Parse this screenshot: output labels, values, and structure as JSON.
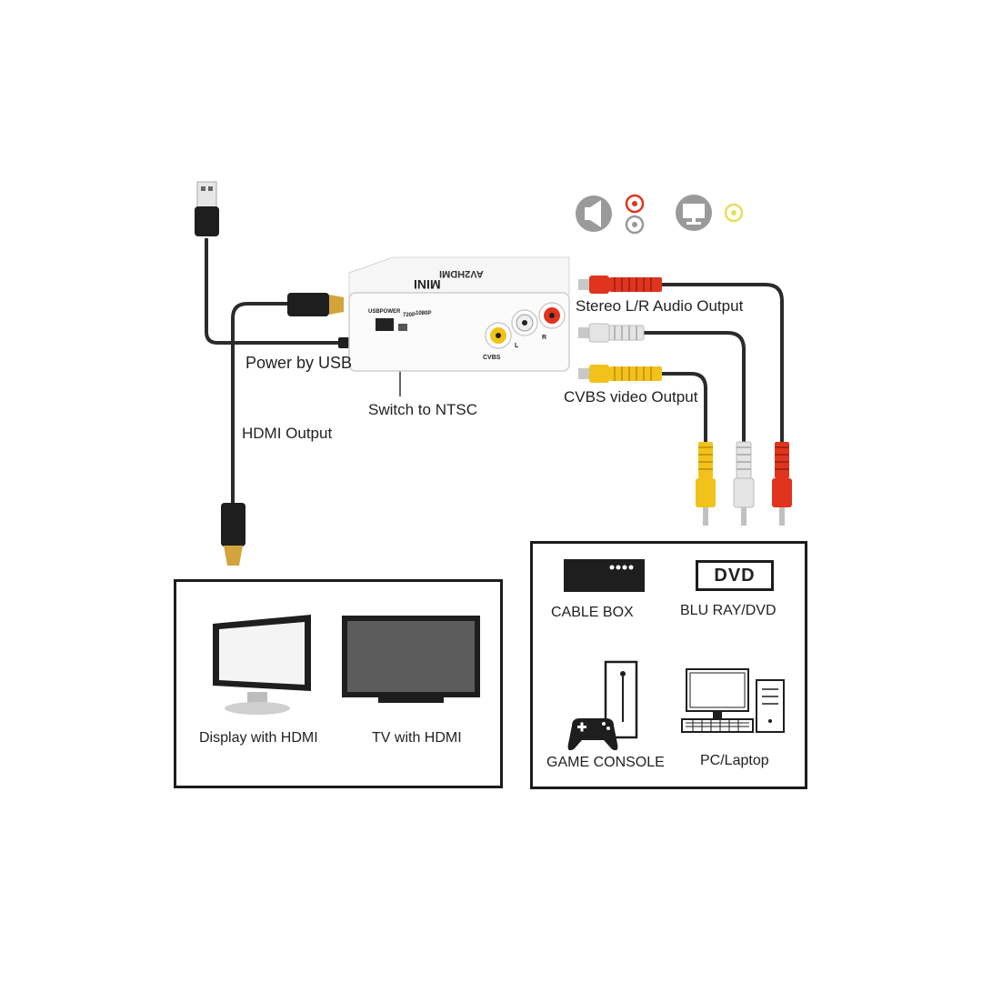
{
  "labels": {
    "stereo_output": "Stereo L/R Audio Output",
    "power_usb": "Power by USB",
    "cvbs_output": "CVBS video Output",
    "switch_ntsc": "Switch to NTSC",
    "hdmi_output": "HDMI Output"
  },
  "device": {
    "name": "MINI",
    "subtitle": "AV2HDMI",
    "port_cvbs": "CVBS",
    "port_l": "L",
    "port_r": "R",
    "usb_power": "USBPOWER",
    "mode_720p": "720P",
    "mode_1080p": "1080P"
  },
  "outputs_panel": {
    "display": "Display with HDMI",
    "tv": "TV with HDMI"
  },
  "sources_panel": {
    "cable_box": "CABLE BOX",
    "dvd_logo": "DVD",
    "bluray_dvd": "BLU RAY/DVD",
    "game_console": "GAME CONSOLE",
    "pc_laptop": "PC/Laptop"
  },
  "colors": {
    "cable": "#2b2b2b",
    "rca_red": "#e0341e",
    "rca_white": "#e4e4e4",
    "rca_yellow": "#f2c21b",
    "gold": "#d3a43c",
    "icon_gray": "#9a9a9a",
    "panel_border": "#1c1c1c"
  },
  "icons": [
    "usb-plug-icon",
    "hdmi-plug-icon",
    "rca-plug-icon",
    "speaker-icon",
    "monitor-icon",
    "display-icon",
    "tv-icon",
    "cable-box-icon",
    "dvd-logo-icon",
    "game-console-icon",
    "pc-laptop-icon"
  ]
}
